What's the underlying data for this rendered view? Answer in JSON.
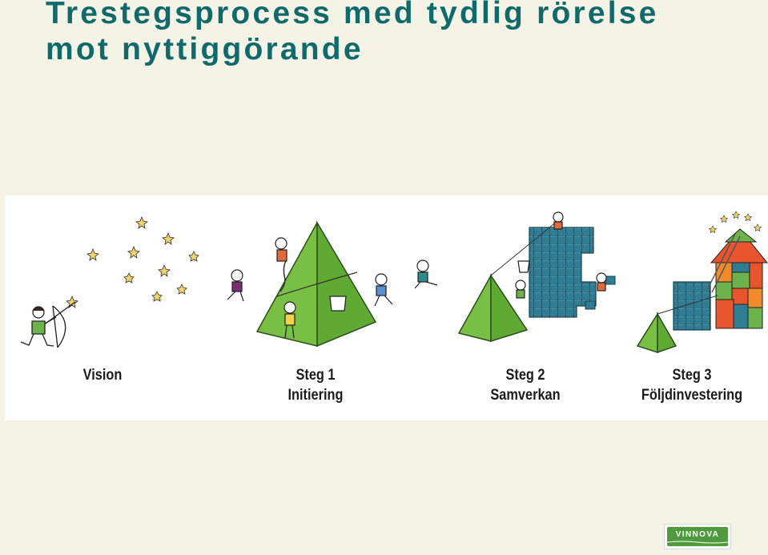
{
  "title": {
    "line1": "Trestegsprocess med tydlig rörelse",
    "line2": "mot nyttiggörande"
  },
  "stages": [
    {
      "line1": "Vision",
      "line2": ""
    },
    {
      "line1": "Steg 1",
      "line2": "Initiering"
    },
    {
      "line1": "Steg 2",
      "line2": "Samverkan"
    },
    {
      "line1": "Steg 3",
      "line2": "Följdinvestering"
    }
  ],
  "logo": {
    "text": "VINNOVA"
  },
  "colors": {
    "title": "#0f6a6b",
    "background": "#f5f2e6",
    "pyramid_green": "#6cbf3f",
    "cube_blue": "#2f7c95",
    "logo_green": "#4f9a3c"
  }
}
